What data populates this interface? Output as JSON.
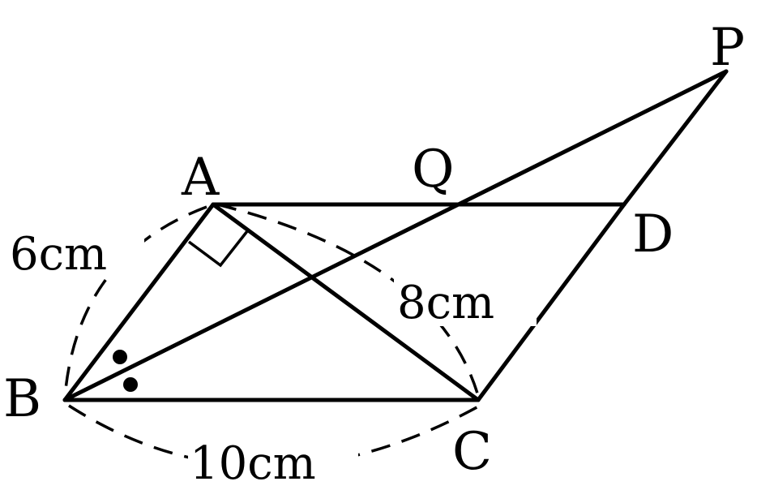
{
  "points": {
    "A": "A",
    "B": "B",
    "C": "C",
    "D": "D",
    "P": "P",
    "Q": "Q"
  },
  "lengths": {
    "AB": "6cm",
    "AC": "8cm",
    "BC": "10cm"
  },
  "colors": {
    "line": "#000000",
    "background": "#ffffff"
  }
}
